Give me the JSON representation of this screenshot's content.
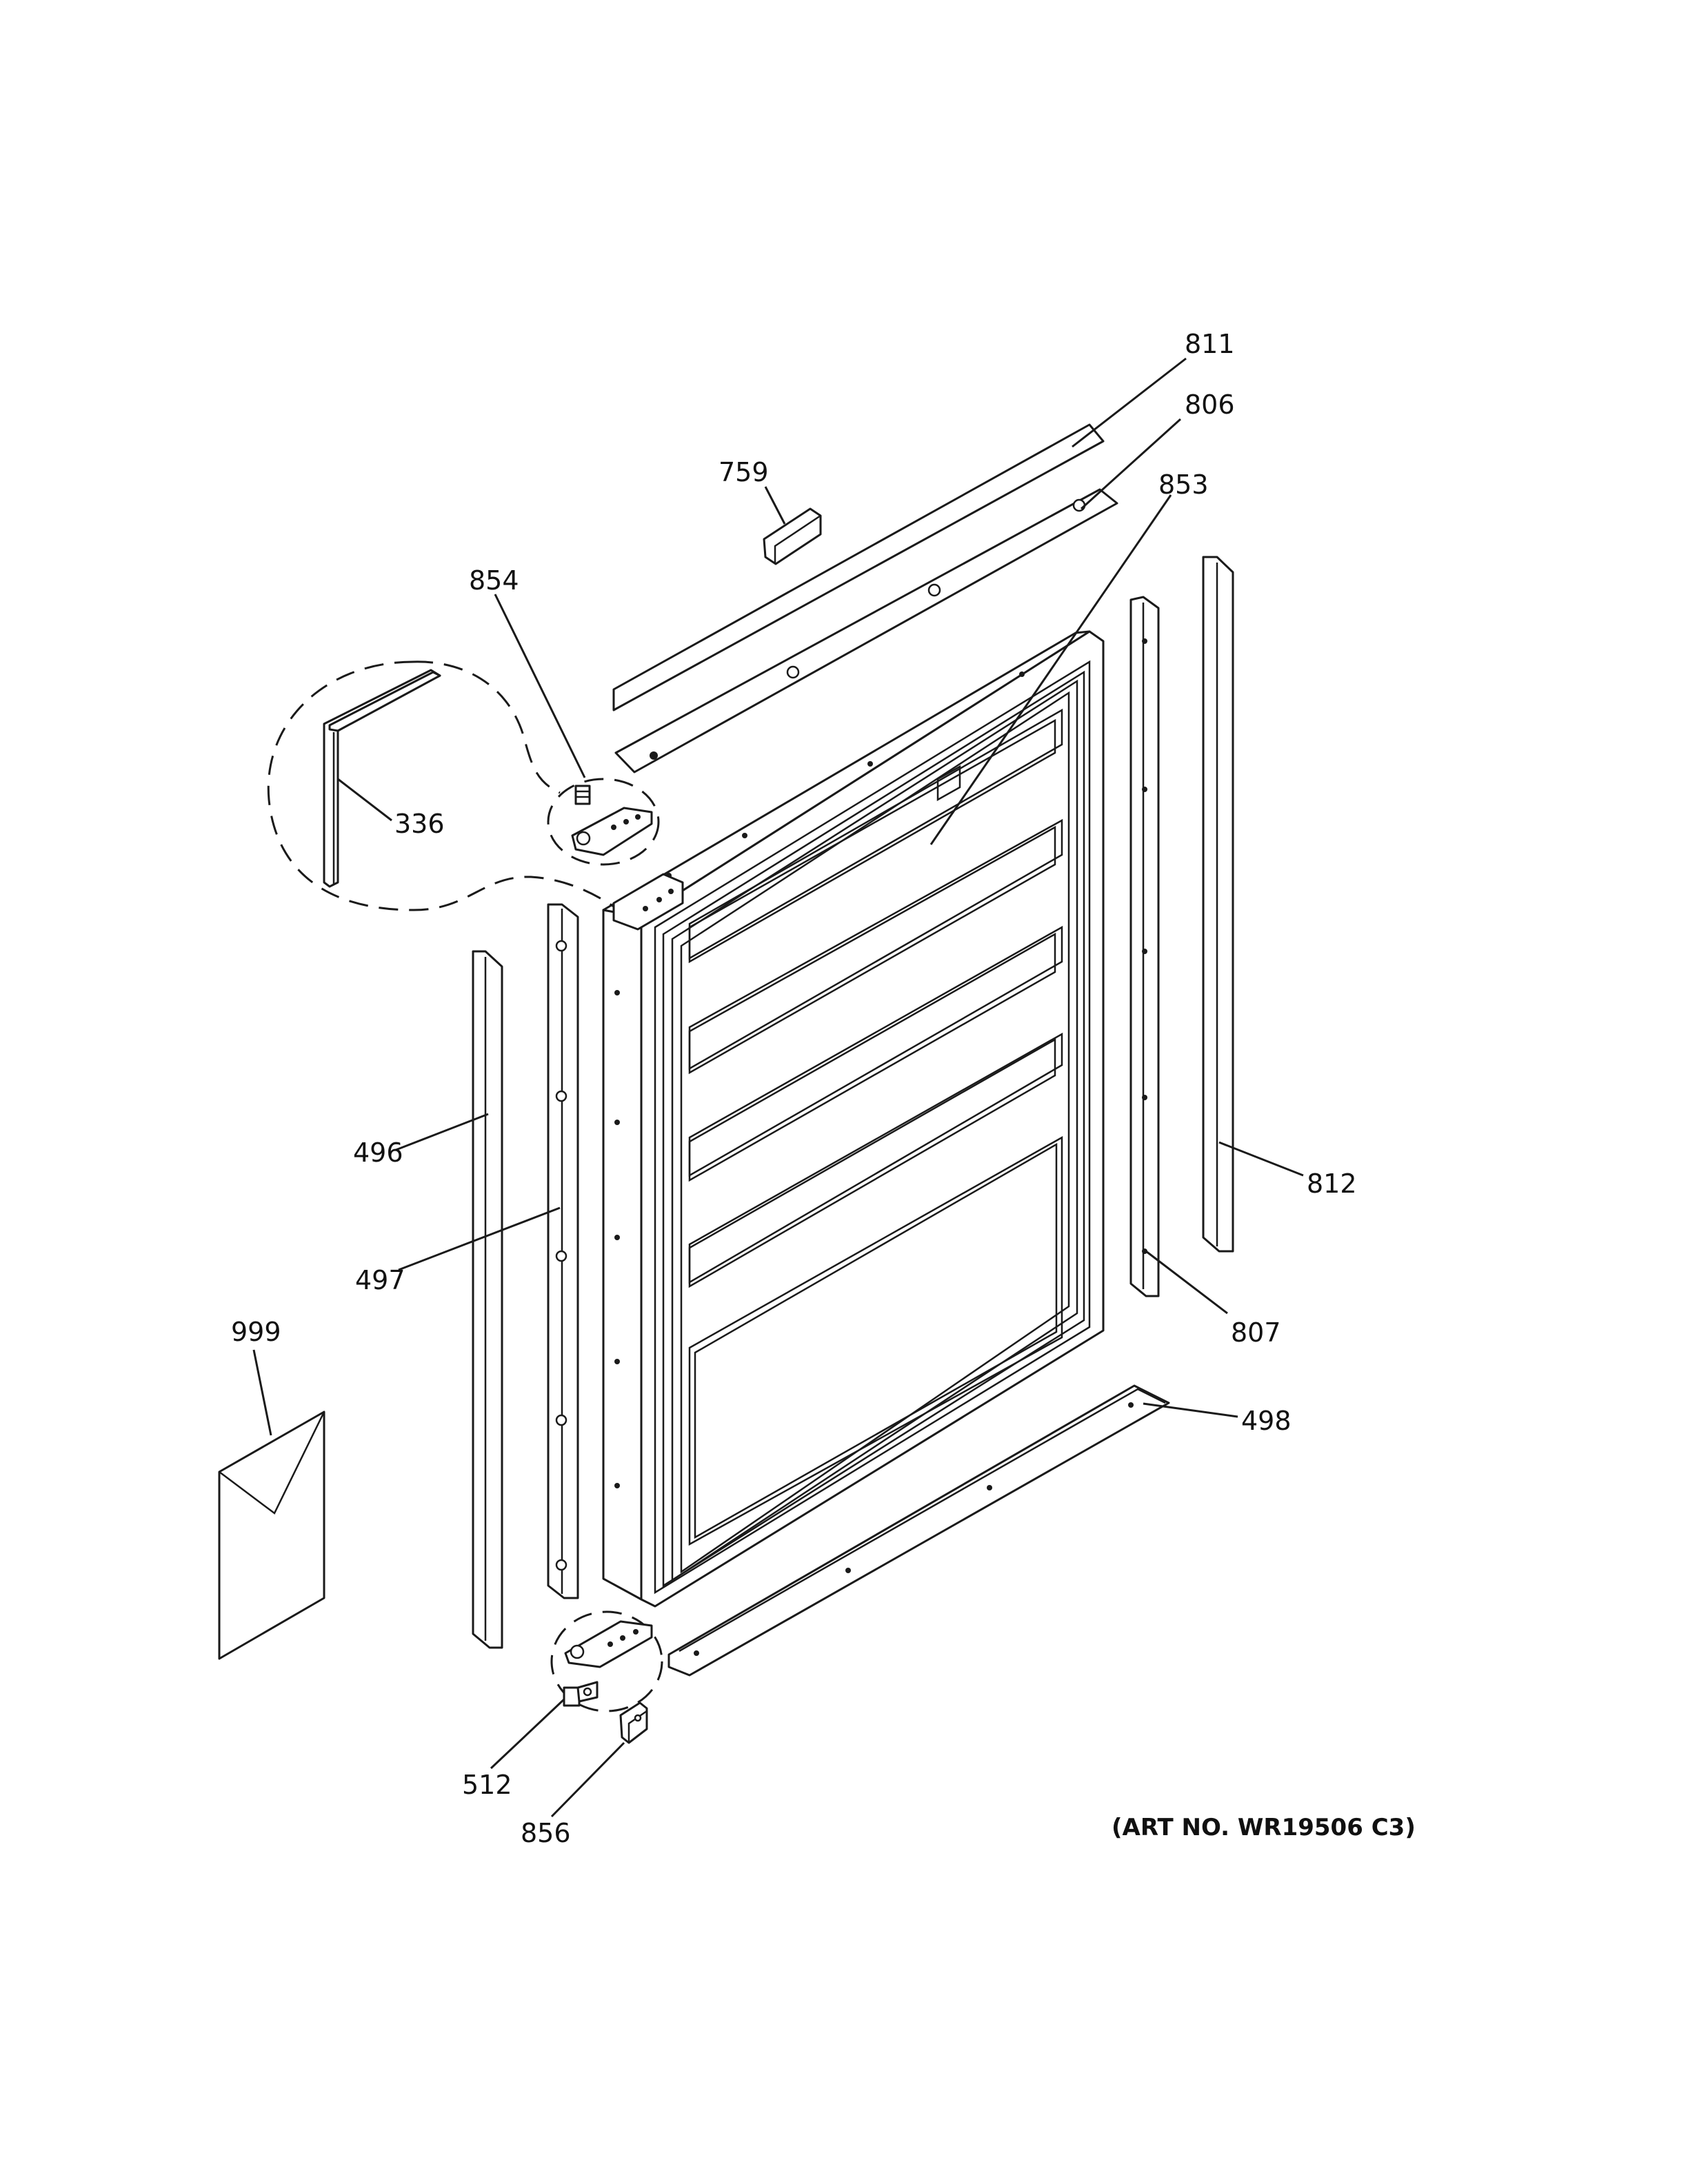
{
  "callouts": {
    "p811": "811",
    "p806": "806",
    "p759": "759",
    "p853": "853",
    "p854": "854",
    "p336": "336",
    "p496": "496",
    "p497": "497",
    "p812": "812",
    "p807": "807",
    "p999": "999",
    "p498": "498",
    "p512": "512",
    "p856": "856"
  },
  "art_number": "(ART NO. WR19506 C3)"
}
